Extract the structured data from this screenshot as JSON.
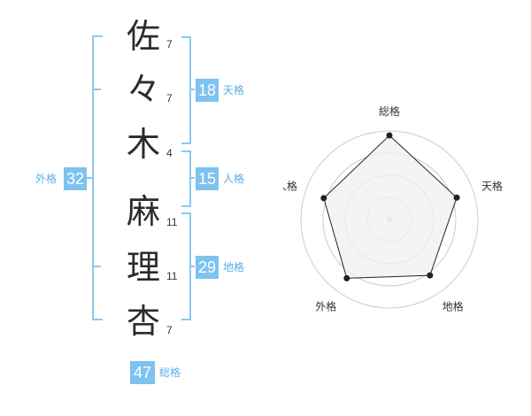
{
  "name": {
    "chars": [
      "佐",
      "々",
      "木",
      "麻",
      "理",
      "杏"
    ],
    "strokes": [
      "7",
      "7",
      "4",
      "11",
      "11",
      "7"
    ]
  },
  "kaku": {
    "tenkaku": {
      "value": "18",
      "label": "天格"
    },
    "jinkaku": {
      "value": "15",
      "label": "人格"
    },
    "chikaku": {
      "value": "29",
      "label": "地格"
    },
    "gaikaku": {
      "value": "32",
      "label": "外格"
    },
    "soukaku": {
      "value": "47",
      "label": "総格"
    }
  },
  "chart_data": {
    "type": "radar",
    "axes": [
      "総格",
      "天格",
      "地格",
      "外格",
      "人格"
    ],
    "values": [
      0.95,
      0.8,
      0.78,
      0.82,
      0.78
    ],
    "max": 1,
    "rings": 4,
    "colors": {
      "fill": "#f0f0f0",
      "line": "#222222",
      "ring": "#cccccc"
    }
  }
}
